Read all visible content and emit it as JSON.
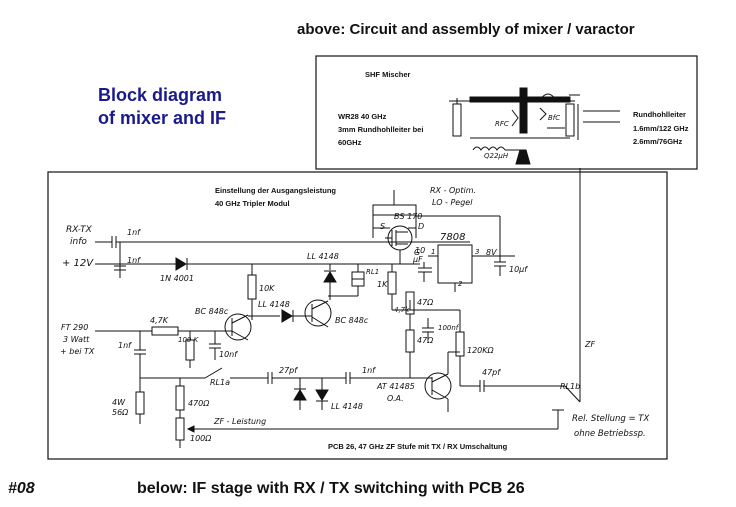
{
  "captions": {
    "top": "above:  Circuit and assembly of mixer / varactor",
    "block_title_line1": "Block diagram",
    "block_title_line2": "of mixer and IF",
    "slide_number": "#08",
    "bottom": "below:  IF stage with RX / TX switching with PCB 26"
  },
  "colors": {
    "title_blue": "#1a1a8c",
    "ink": "#111111"
  },
  "mixer_box": {
    "title": "SHF Mischer",
    "left_label": [
      "WR28 40 GHz",
      "3mm Rundhohlleiter bei",
      "60GHz"
    ],
    "right_label": [
      "Rundhohlleiter",
      "1.6mm/122 GHz",
      "2.6mm/76GHz"
    ],
    "rfc": "RFC",
    "bfc": "BfC",
    "inductor": "Q22µH"
  },
  "if_box": {
    "heading_line1": "Einstellung der Ausgangsleistung",
    "heading_line2": "40 GHz Tripler Modul",
    "rx_optim_line1": "RX - Optim.",
    "rx_optim_line2": "LO - Pegel",
    "rx_tx_info_line1": "RX-TX",
    "rx_tx_info_line2": "info",
    "plus12v": "+ 12V",
    "ft290_line1": "FT 290",
    "ft290_line2": "3 Watt",
    "ft290_line3": "+ bei TX",
    "c_1nf_a": "1nf",
    "c_1nf_b": "1nf",
    "c_1nf_c": "1nf",
    "c_1nf_d": "1nf",
    "diode_1n4001": "1N 4001",
    "r_10k": "10K",
    "ll4148_a": "LL 4148",
    "ll4148_b": "LL 4148",
    "ll4148_c": "LL 4148",
    "bc848c_a": "BC 848c",
    "bc848c_b": "BC 848c",
    "bs170": "BS 170",
    "s_pin": "S",
    "d_pin": "D",
    "g_pin": "G",
    "reg_7808": "7808",
    "reg_pin1": "1",
    "reg_pin2": "2",
    "reg_pin3": "3",
    "v8": "8V",
    "c_10uf_a": "10",
    "c_10uf_a2": "µF",
    "c_10uf_b": "10µf",
    "rl1": "RL1",
    "r_1k": "1K",
    "r_47k": "4,7K",
    "r_100k": "100\nK",
    "c_10nf": "10nf",
    "c_100nf": "100nf",
    "r_47k2": "4,7k",
    "r_47ohm_a": "47Ω",
    "r_47ohm_b": "47Ω",
    "r_120k": "120KΩ",
    "c_27pf": "27pf",
    "c_47pf": "47pf",
    "rl1a": "RL1a",
    "rl1b": "RL1b",
    "at41485": "AT 41485",
    "oa": "O.A.",
    "r_470": "470Ω",
    "r_100": "100Ω",
    "r_56_line1": "4W",
    "r_56_line2": "56Ω",
    "zf_leistung": "ZF - Leistung",
    "zf": "ZF",
    "rel_line1": "Rel. Stellung = TX",
    "rel_line2": "ohne Betriebssp.",
    "pcb_label": "PCB 26, 47 GHz ZF Stufe mit TX / RX Umschaltung"
  }
}
